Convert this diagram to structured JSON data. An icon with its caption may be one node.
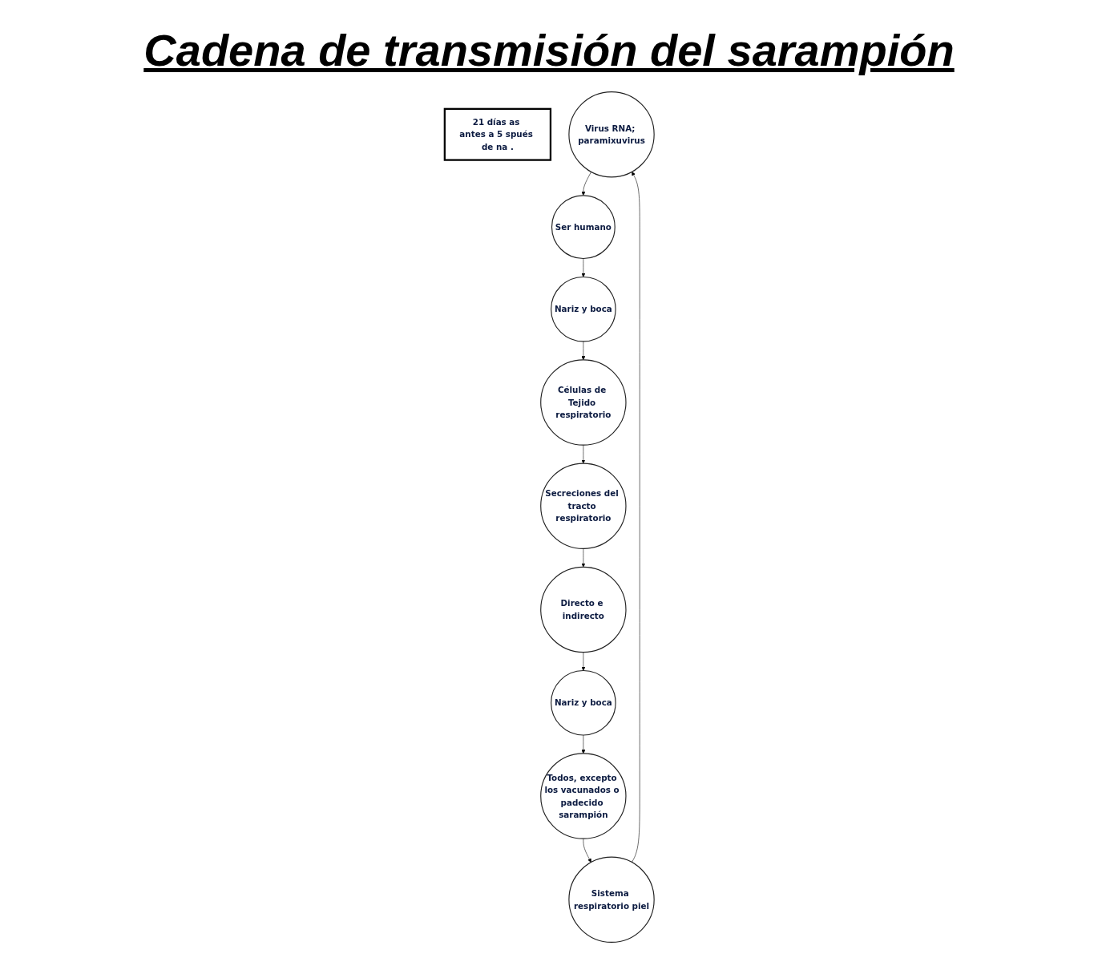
{
  "diagram": {
    "title": "Cadena de transmisión del sarampión",
    "nodes": [
      {
        "text": [
          "21 días as antes a 5 spués de na ."
        ]
      },
      {
        "text": [
          "Virus RNA; paramixuvirus"
        ]
      },
      {
        "text": [
          "Ser humano"
        ]
      },
      {
        "text": [
          "Nariz y boca"
        ]
      },
      {
        "text": [
          "Células de Tejido respiratorio"
        ]
      },
      {
        "text": [
          "Secreciones del tracto respiratorio"
        ]
      },
      {
        "text": [
          "Directo e indirecto"
        ]
      },
      {
        "text": [
          "Nariz y boca"
        ]
      },
      {
        "text": [
          "Todos, excepto los vacunados o padecido sarampión"
        ]
      },
      {
        "text": [
          "Sistema respiratorio piel"
        ]
      }
    ],
    "edges": [
      {
        "from": 1,
        "to": 2,
        "arrow": "to"
      },
      {
        "from": 2,
        "to": 3,
        "arrow": "to"
      },
      {
        "from": 3,
        "to": 4,
        "arrow": "to"
      },
      {
        "from": 4,
        "to": 5,
        "arrow": "to"
      },
      {
        "from": 5,
        "to": 6,
        "arrow": "to"
      },
      {
        "from": 6,
        "to": 7,
        "arrow": "to"
      },
      {
        "from": 7,
        "to": 8,
        "arrow": "to"
      },
      {
        "from": 8,
        "to": 9,
        "arrow": "to"
      },
      {
        "from": 9,
        "to": 1,
        "arrow": "to"
      }
    ]
  }
}
